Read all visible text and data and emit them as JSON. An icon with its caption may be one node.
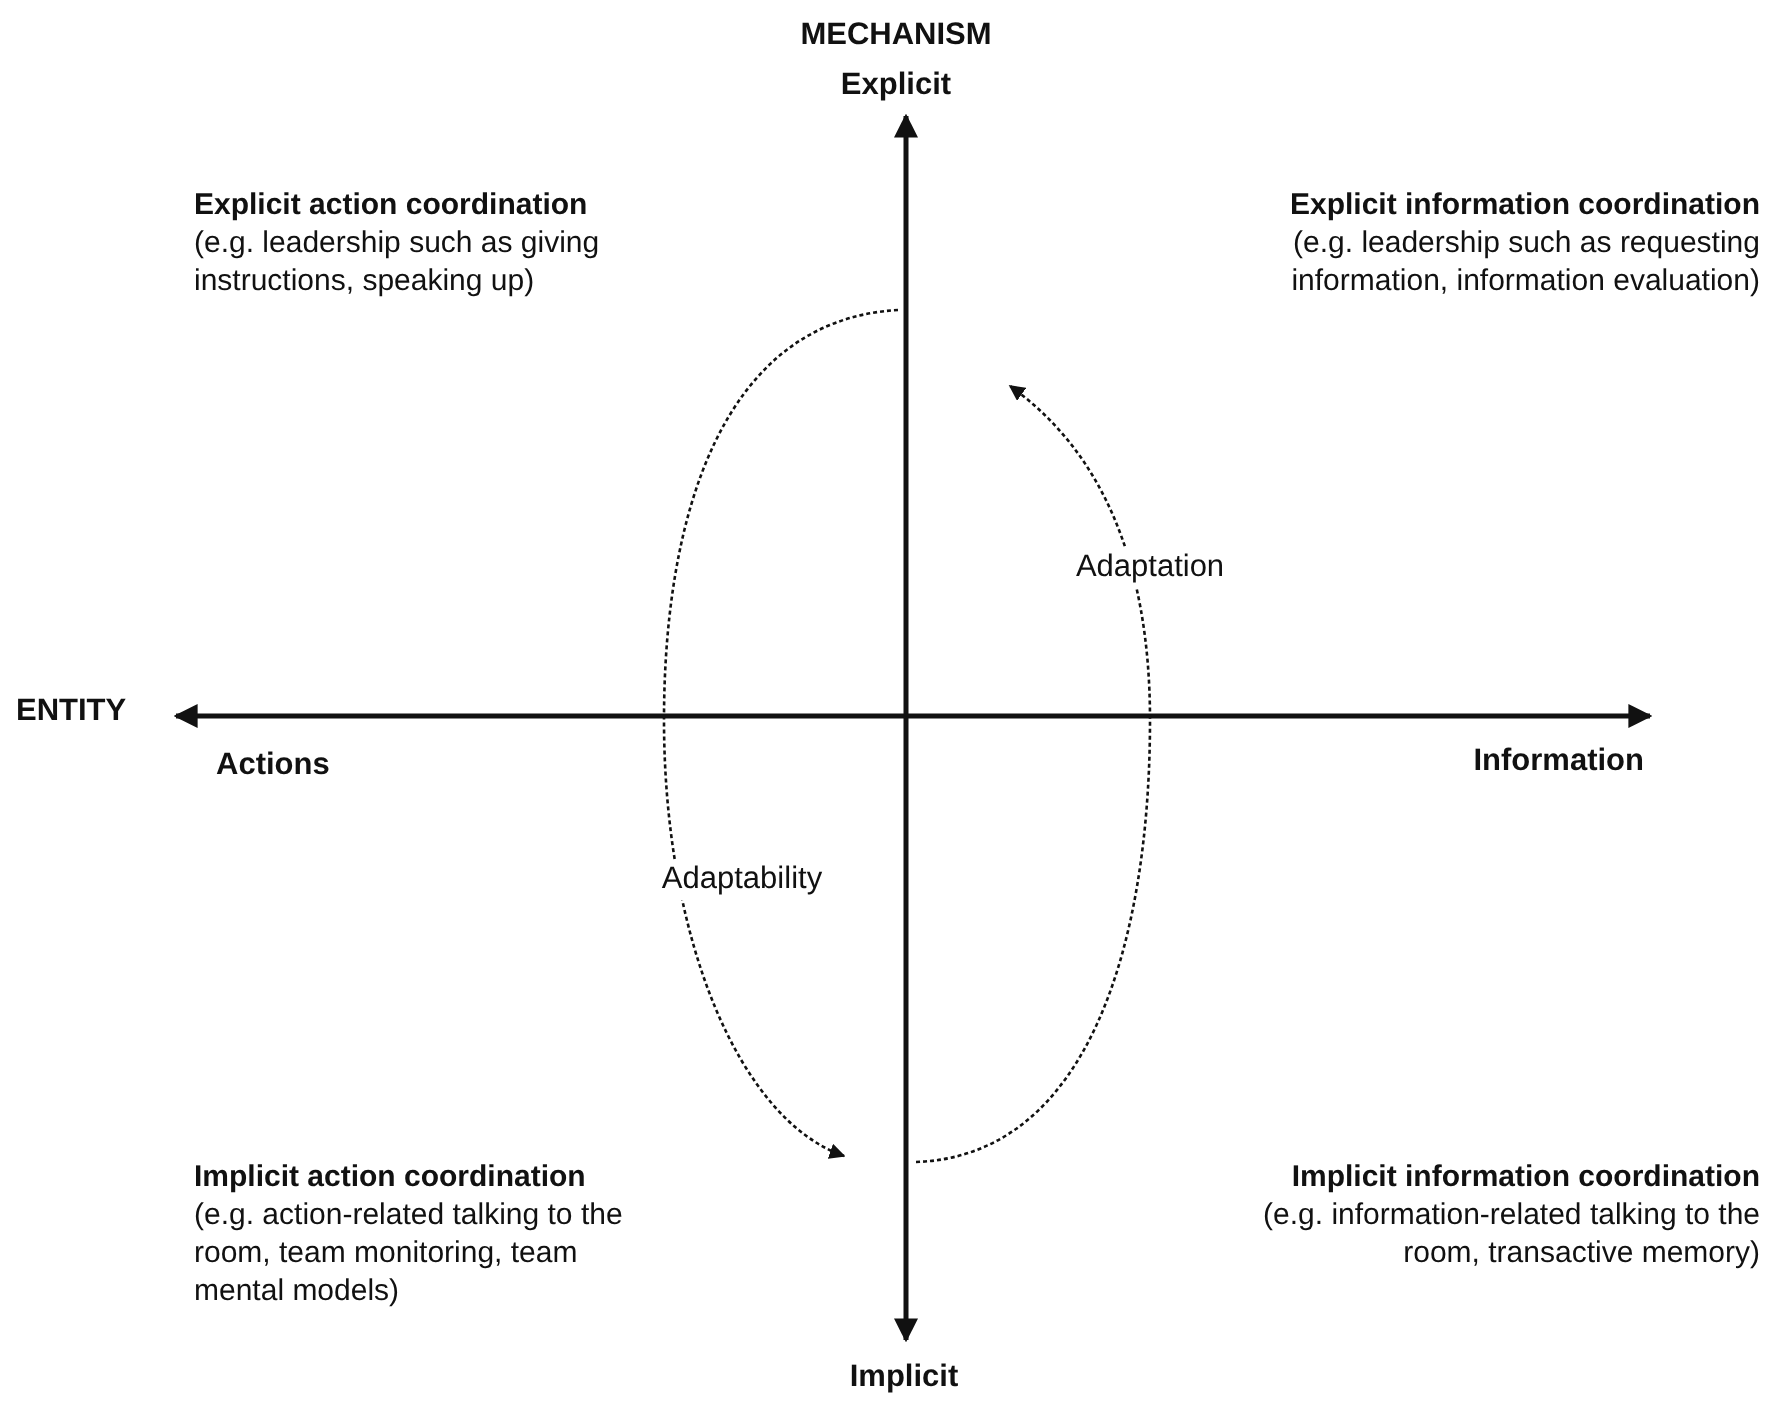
{
  "diagram": {
    "nodes": [
      {
        "text": [
          "Explicit action coordination",
          "(e.g. leadership such as giving instructions, speaking up)"
        ]
      },
      {
        "text": [
          "Explicit information coordination",
          "(e.g. leadership such as requesting information, information evaluation)"
        ]
      },
      {
        "text": [
          "Implicit action coordination",
          "(e.g. action-related talking to the room, team monitoring, team mental models)"
        ]
      },
      {
        "text": [
          "Implicit information coordination",
          "(e.g. information-related talking to the room, transactive memory)"
        ]
      }
    ],
    "labels": [
      "MECHANISM",
      "Explicit",
      "Adaptation",
      "ENTITY",
      "Actions",
      "Information",
      "Adaptability",
      "Implicit"
    ]
  }
}
